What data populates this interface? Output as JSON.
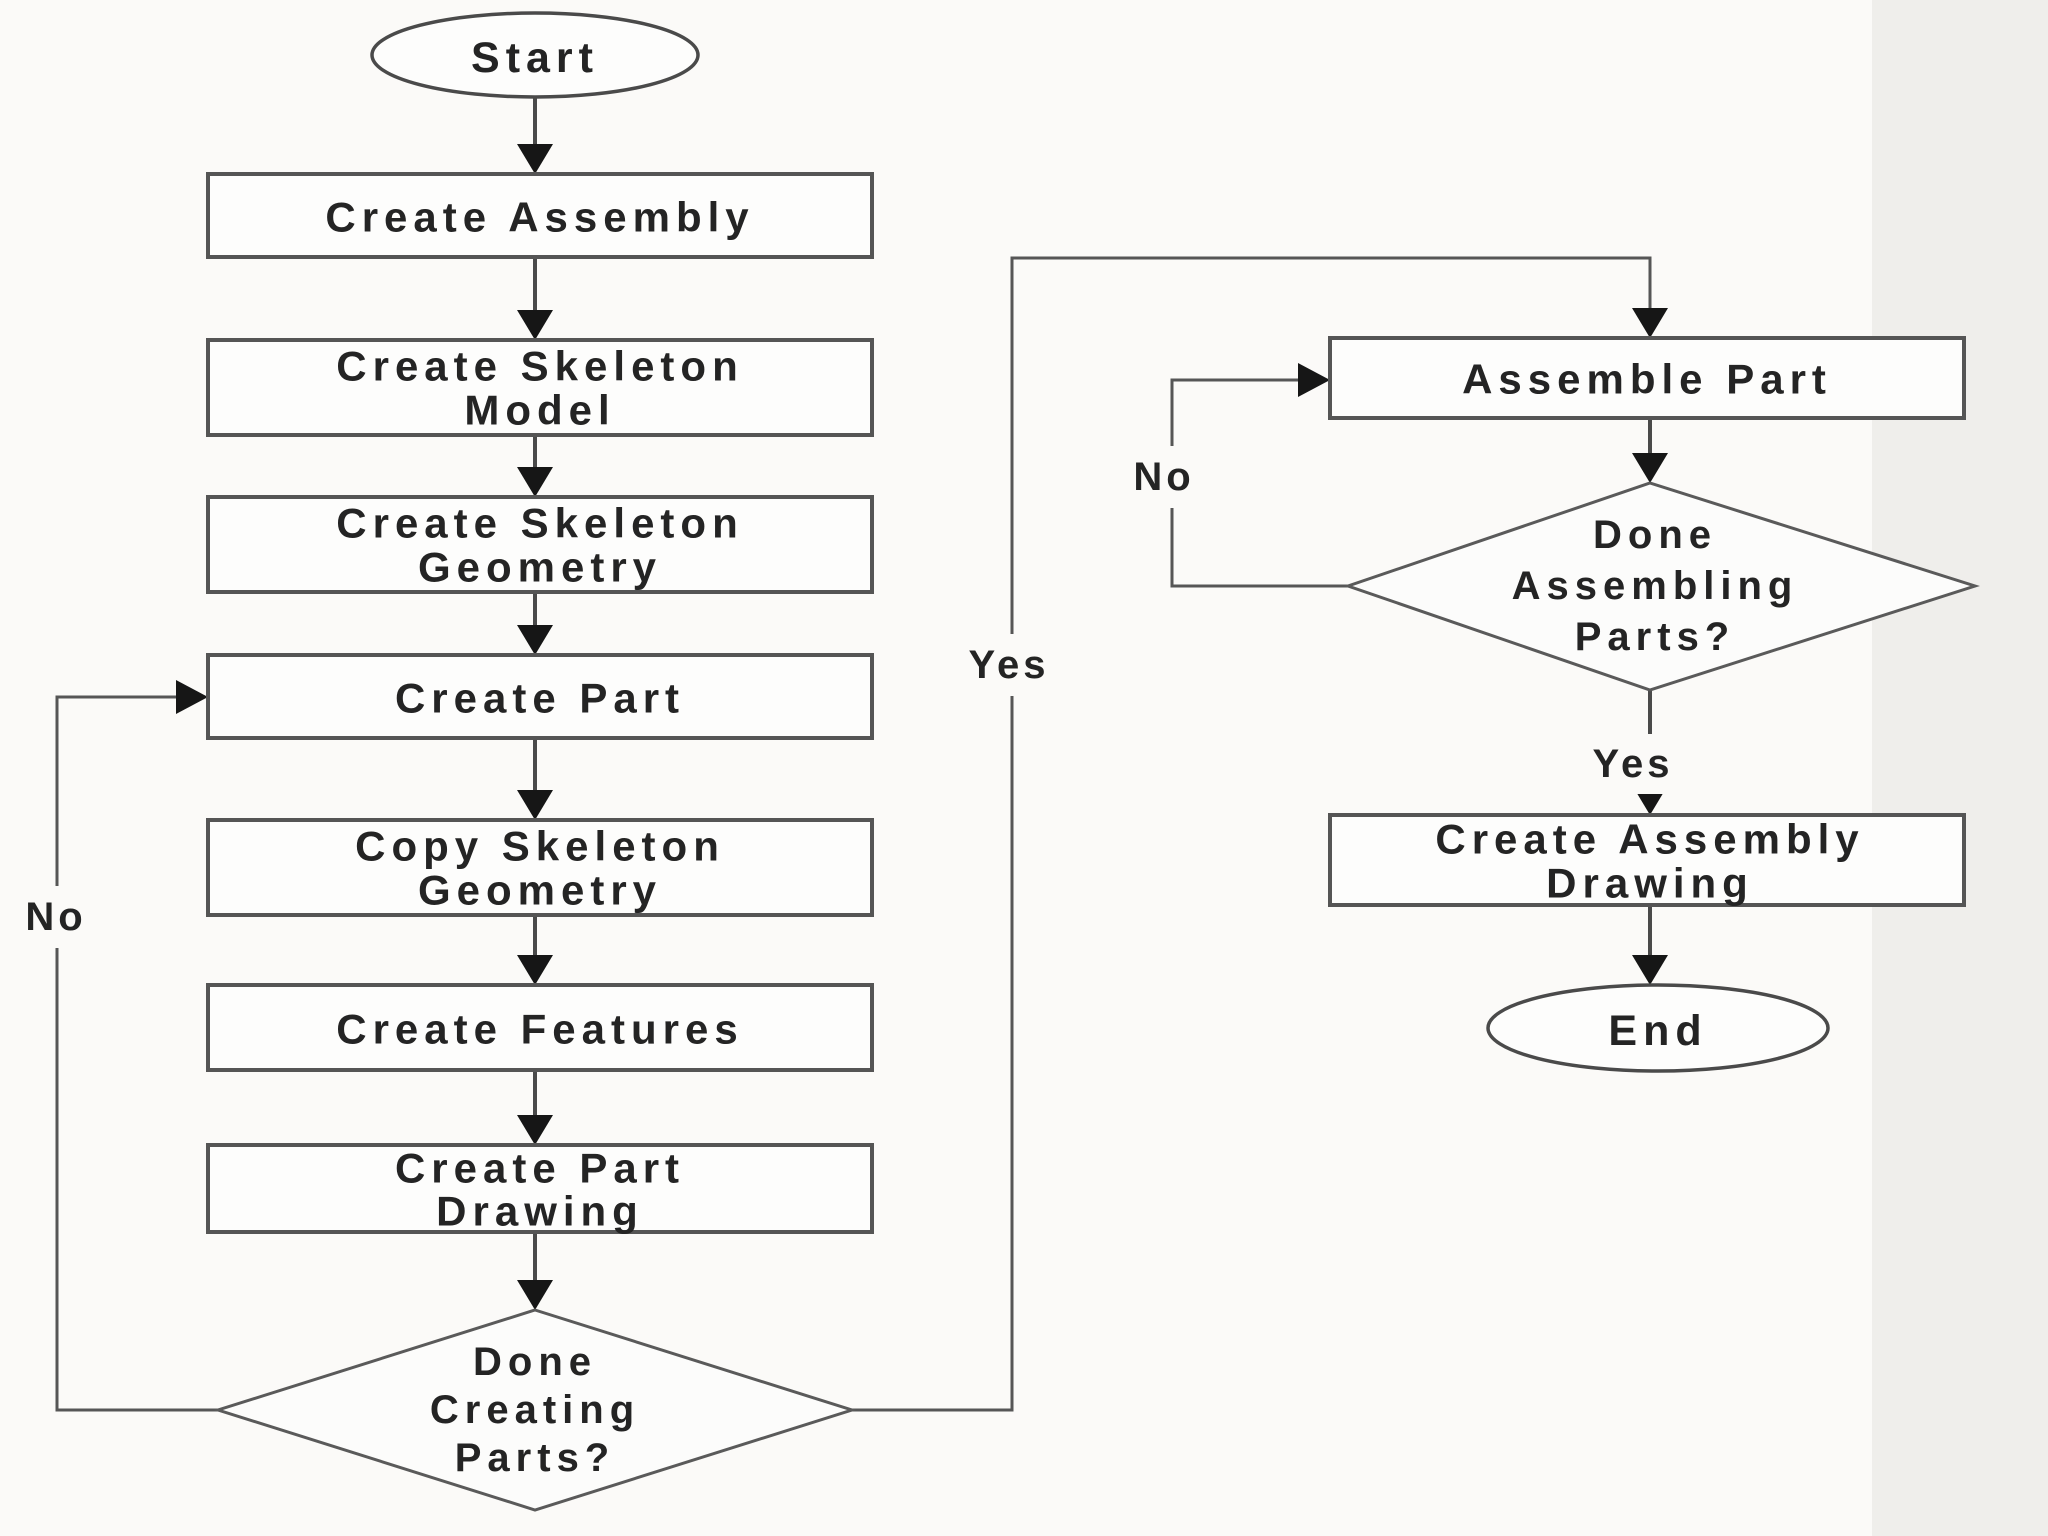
{
  "page": {
    "background": "#fbfaf8",
    "right_band_color": "#efeeeb",
    "line_color": "#4a4a4a",
    "arrow_color": "#161616",
    "text_color": "#242424",
    "box_fill": "#fdfdfc",
    "box_border": "#555555"
  },
  "flowchart": {
    "nodes": {
      "start": {
        "type": "terminator",
        "lines": [
          "Start"
        ]
      },
      "create_assembly": {
        "type": "process",
        "lines": [
          "Create Assembly"
        ]
      },
      "create_skeleton_model": {
        "type": "process",
        "lines": [
          "Create Skeleton",
          "Model"
        ]
      },
      "create_skeleton_geometry": {
        "type": "process",
        "lines": [
          "Create Skeleton",
          "Geometry"
        ]
      },
      "create_part": {
        "type": "process",
        "lines": [
          "Create Part"
        ]
      },
      "copy_skeleton_geometry": {
        "type": "process",
        "lines": [
          "Copy Skeleton",
          "Geometry"
        ]
      },
      "create_features": {
        "type": "process",
        "lines": [
          "Create Features"
        ]
      },
      "create_part_drawing": {
        "type": "process",
        "lines": [
          "Create Part",
          "Drawing"
        ]
      },
      "done_creating_parts": {
        "type": "decision",
        "lines": [
          "Done",
          "Creating",
          "Parts?"
        ]
      },
      "assemble_part": {
        "type": "process",
        "lines": [
          "Assemble Part"
        ]
      },
      "done_assembling_parts": {
        "type": "decision",
        "lines": [
          "Done",
          "Assembling",
          "Parts?"
        ]
      },
      "create_assembly_drawing": {
        "type": "process",
        "lines": [
          "Create Assembly",
          "Drawing"
        ]
      },
      "end": {
        "type": "terminator",
        "lines": [
          "End"
        ]
      }
    },
    "edge_labels": {
      "done_creating_no": "No",
      "done_creating_yes": "Yes",
      "done_assembling_no": "No",
      "done_assembling_yes": "Yes"
    },
    "edges": [
      {
        "from": "start",
        "to": "create_assembly"
      },
      {
        "from": "create_assembly",
        "to": "create_skeleton_model"
      },
      {
        "from": "create_skeleton_model",
        "to": "create_skeleton_geometry"
      },
      {
        "from": "create_skeleton_geometry",
        "to": "create_part"
      },
      {
        "from": "create_part",
        "to": "copy_skeleton_geometry"
      },
      {
        "from": "copy_skeleton_geometry",
        "to": "create_features"
      },
      {
        "from": "create_features",
        "to": "create_part_drawing"
      },
      {
        "from": "create_part_drawing",
        "to": "done_creating_parts"
      },
      {
        "from": "done_creating_parts",
        "to": "create_part",
        "label": "No"
      },
      {
        "from": "done_creating_parts",
        "to": "assemble_part",
        "label": "Yes"
      },
      {
        "from": "assemble_part",
        "to": "done_assembling_parts"
      },
      {
        "from": "done_assembling_parts",
        "to": "assemble_part",
        "label": "No"
      },
      {
        "from": "done_assembling_parts",
        "to": "create_assembly_drawing",
        "label": "Yes"
      },
      {
        "from": "create_assembly_drawing",
        "to": "end"
      }
    ]
  }
}
